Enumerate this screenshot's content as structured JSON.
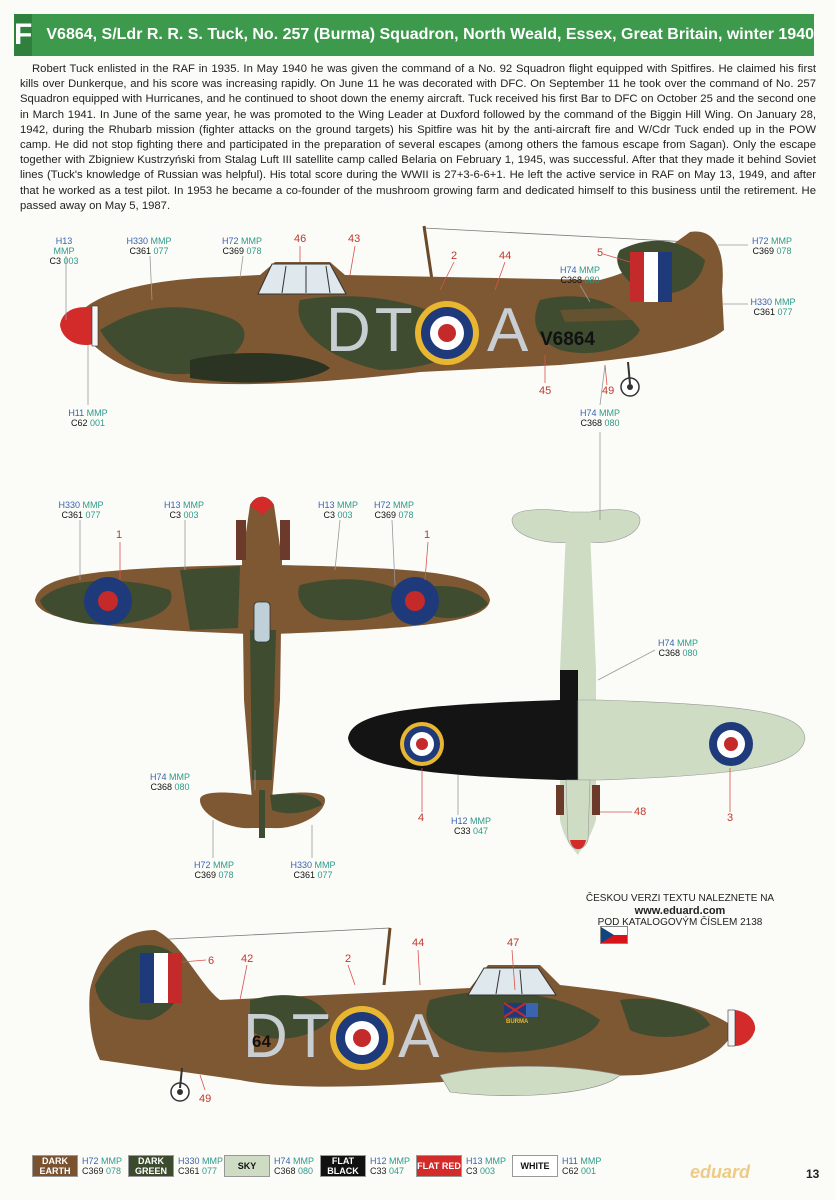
{
  "header": {
    "letter": "F",
    "title": "V6864, S/Ldr R. R. S. Tuck, No. 257 (Burma) Squadron, North Weald, Essex, Great Britain, winter 1940"
  },
  "bio": "Robert Tuck enlisted in the RAF in 1935. In May 1940 he was given the command of a No. 92 Squadron flight equipped with Spitfires. He claimed his first kills over Dunkerque, and his score was increasing rapidly. On June 11 he was decorated with DFC. On September 11 he took over the command of No. 257 Squadron equipped with Hurricanes, and he continued to shoot down the enemy aircraft. Tuck received his first Bar to DFC on October 25 and the second one in March 1941. In June of the same year, he was promoted to the Wing Leader at Duxford followed by the command of the Biggin Hill Wing. On January 28, 1942, during the Rhubarb mission (fighter attacks on the ground targets) his Spitfire was hit by the anti-aircraft fire and W/Cdr Tuck ended up in the POW camp. He did not stop fighting there and participated in the preparation of several escapes (among others the famous escape from Sagan). Only the escape together with Zbigniew Kustrzyński from Stalag Luft III satellite camp called Belaria on February 1, 1945, was successful. After that they made it behind Soviet lines (Tuck's knowledge of Russian was helpful). His total score during the WWII is 27+3-6-6+1. He left the active service in RAF on May 13, 1949, and after that he worked as a test pilot. In 1953 he became a co-founder of the mushroom growing farm and dedicated himself to this business until the retirement. He passed away on May 5, 1987.",
  "markings": {
    "code_left": "DT",
    "code_right": "A",
    "serial": "V6864",
    "code_stbd_left": "DT",
    "code_stbd_right": "A",
    "serial_stbd": "64",
    "nose_art": "BURMA"
  },
  "callouts": {
    "c_h13_p1": {
      "h": "H13",
      "mmp": "MMP",
      "c": "C3",
      "m": "003"
    },
    "c_h330_p1": {
      "h": "H330",
      "mmp": "MMP",
      "c": "C361",
      "m": "077"
    },
    "c_h72_p1": {
      "h": "H72",
      "mmp": "MMP",
      "c": "C369",
      "m": "078"
    },
    "c_h74_p1": {
      "h": "H74",
      "mmp": "MMP",
      "c": "C368",
      "m": "080"
    },
    "c_h72_p1r": {
      "h": "H72",
      "mmp": "MMP",
      "c": "C369",
      "m": "078"
    },
    "c_h330_p1r": {
      "h": "H330",
      "mmp": "MMP",
      "c": "C361",
      "m": "077"
    },
    "c_h11_p1": {
      "h": "H11",
      "mmp": "MMP",
      "c": "C62",
      "m": "001"
    },
    "c_h74_p1b": {
      "h": "H74",
      "mmp": "MMP",
      "c": "C368",
      "m": "080"
    },
    "c_h330_top": {
      "h": "H330",
      "mmp": "MMP",
      "c": "C361",
      "m": "077"
    },
    "c_h13_top": {
      "h": "H13",
      "mmp": "MMP",
      "c": "C3",
      "m": "003"
    },
    "c_h13_top2": {
      "h": "H13",
      "mmp": "MMP",
      "c": "C3",
      "m": "003"
    },
    "c_h72_top": {
      "h": "H72",
      "mmp": "MMP",
      "c": "C369",
      "m": "078"
    },
    "c_h74_top": {
      "h": "H74",
      "mmp": "MMP",
      "c": "C368",
      "m": "080"
    },
    "c_h72_top2": {
      "h": "H72",
      "mmp": "MMP",
      "c": "C369",
      "m": "078"
    },
    "c_h330_top2": {
      "h": "H330",
      "mmp": "MMP",
      "c": "C361",
      "m": "077"
    },
    "c_h74_under": {
      "h": "H74",
      "mmp": "MMP",
      "c": "C368",
      "m": "080"
    },
    "c_h12_under": {
      "h": "H12",
      "mmp": "MMP",
      "c": "C33",
      "m": "047"
    }
  },
  "numbers": {
    "n46": "46",
    "n43": "43",
    "n2a": "2",
    "n44a": "44",
    "n5": "5",
    "n45": "45",
    "n49a": "49",
    "n1a": "1",
    "n1b": "1",
    "n4": "4",
    "n48": "48",
    "n3": "3",
    "n6": "6",
    "n42": "42",
    "n2b": "2",
    "n44b": "44",
    "n47": "47",
    "n49b": "49"
  },
  "info": {
    "line1": "ČESKOU VERZI TEXTU NALEZNETE NA",
    "url": "www.eduard.com",
    "line2": "POD KATALOGOVÝM ČÍSLEM 2138"
  },
  "legend": [
    {
      "name": "DARK EARTH",
      "h": "H72",
      "mmp": "MMP",
      "c": "C369",
      "m": "078",
      "color": "#7a5230",
      "text": "#ffffff"
    },
    {
      "name": "DARK GREEN",
      "h": "H330",
      "mmp": "MMP",
      "c": "C361",
      "m": "077",
      "color": "#3c4a2e",
      "text": "#ffffff"
    },
    {
      "name": "SKY",
      "h": "H74",
      "mmp": "MMP",
      "c": "C368",
      "m": "080",
      "color": "#cfdcc4",
      "text": "#111111"
    },
    {
      "name": "FLAT BLACK",
      "h": "H12",
      "mmp": "MMP",
      "c": "C33",
      "m": "047",
      "color": "#111111",
      "text": "#ffffff"
    },
    {
      "name": "FLAT RED",
      "h": "H13",
      "mmp": "MMP",
      "c": "C3",
      "m": "003",
      "color": "#d32a2a",
      "text": "#ffffff"
    },
    {
      "name": "WHITE",
      "h": "H11",
      "mmp": "MMP",
      "c": "C62",
      "m": "001",
      "color": "#ffffff",
      "text": "#111111"
    }
  ],
  "brand": "eduard",
  "page_number": "13",
  "colors": {
    "header": "#3d9a4c",
    "dark_earth": "#7a5230",
    "dark_green": "#3c4a2e",
    "sky": "#cfdcc4",
    "roundel_blue": "#1f3a7a",
    "roundel_yellow": "#e8b630",
    "roundel_red": "#c42a2a"
  }
}
